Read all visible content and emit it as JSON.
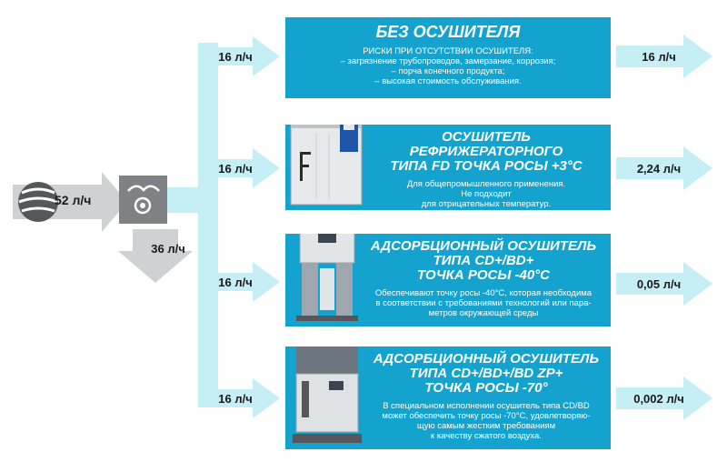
{
  "source": {
    "flow": "52 л/ч",
    "icon": "compressor-fan-icon"
  },
  "separator": {
    "icon": "separator-icon",
    "drain_flow": "36 л/ч"
  },
  "options": [
    {
      "flow_in": "16 л/ч",
      "title_lines": [
        "БЕЗ ОСУШИТЕЛЯ"
      ],
      "desc_lines": [
        "РИСКИ ПРИ ОТСУТСТВИИ ОСУШИТЕЛЯ:",
        "– загрязнение трубопроводов, замерзание, коррозия;",
        "– порча конечного продукта;",
        "– высокая стоимость обслуживания."
      ],
      "flow_out": "16 л/ч"
    },
    {
      "flow_in": "16 л/ч",
      "title_lines": [
        "ОСУШИТЕЛЬ РЕФРИЖЕРАТОРНОГО",
        "ТИПА FD ТОЧКА РОСЫ +3°C"
      ],
      "desc_lines": [
        "Для общепромышленного применения.",
        "Не подходит",
        "для отрицательных температур."
      ],
      "flow_out": "2,24 л/ч"
    },
    {
      "flow_in": "16 л/ч",
      "title_lines": [
        "АДСОРБЦИОННЫЙ ОСУШИТЕЛЬ",
        "ТИПА CD+/BD+",
        "ТОЧКА РОСЫ -40°C"
      ],
      "desc_lines": [
        "Обеспечивают точку росы -40°C, которая необходима",
        "в соответствии с требованиями технологий или пара-",
        "метров окружающей среды"
      ],
      "flow_out": "0,05 л/ч"
    },
    {
      "flow_in": "16 л/ч",
      "title_lines": [
        "АДСОРБЦИОННЫЙ ОСУШИТЕЛЬ",
        "ТИПА CD+/BD+/BD ZP+",
        "ТОЧКА РОСЫ -70°"
      ],
      "desc_lines": [
        "В специальном исполнении осушитель типа CD/BD",
        "может обеспечить точку росы -70°C, удовлетворяю-",
        "щую самым жестким требованиям",
        "к качеству сжатого воздуха."
      ],
      "flow_out": "0,002 л/ч"
    }
  ],
  "colors": {
    "panel": "#14a3ce",
    "arrow": "#c6eef5",
    "gray_arrow": "#cfd1d3",
    "icon_box": "#7f8184",
    "text_dark": "#1a1a1a"
  }
}
